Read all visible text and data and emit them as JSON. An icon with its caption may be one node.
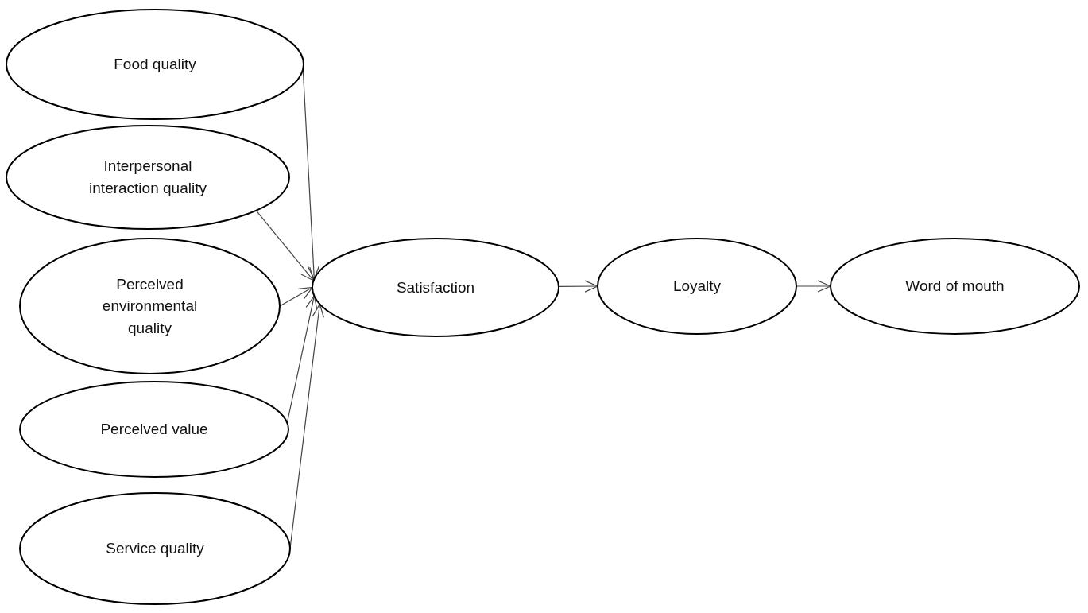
{
  "diagram": {
    "nodes": [
      {
        "text": [
          "Food quality"
        ]
      },
      {
        "text": [
          "Interpersonal interaction quality"
        ]
      },
      {
        "text": [
          "Percelved environmental quality"
        ]
      },
      {
        "text": [
          "Percelved value"
        ]
      },
      {
        "text": [
          "Service quality"
        ]
      },
      {
        "text": [
          "Satisfaction"
        ]
      },
      {
        "text": [
          "Loyalty"
        ]
      },
      {
        "text": [
          "Word of mouth"
        ]
      }
    ],
    "edges": [
      {
        "from": 0,
        "to": 5,
        "arrow": "to"
      },
      {
        "from": 1,
        "to": 5,
        "arrow": "to"
      },
      {
        "from": 2,
        "to": 5,
        "arrow": "to"
      },
      {
        "from": 3,
        "to": 5,
        "arrow": "to"
      },
      {
        "from": 4,
        "to": 5,
        "arrow": "to"
      },
      {
        "from": 5,
        "to": 6,
        "arrow": "to"
      },
      {
        "from": 6,
        "to": 7,
        "arrow": "to"
      }
    ]
  }
}
